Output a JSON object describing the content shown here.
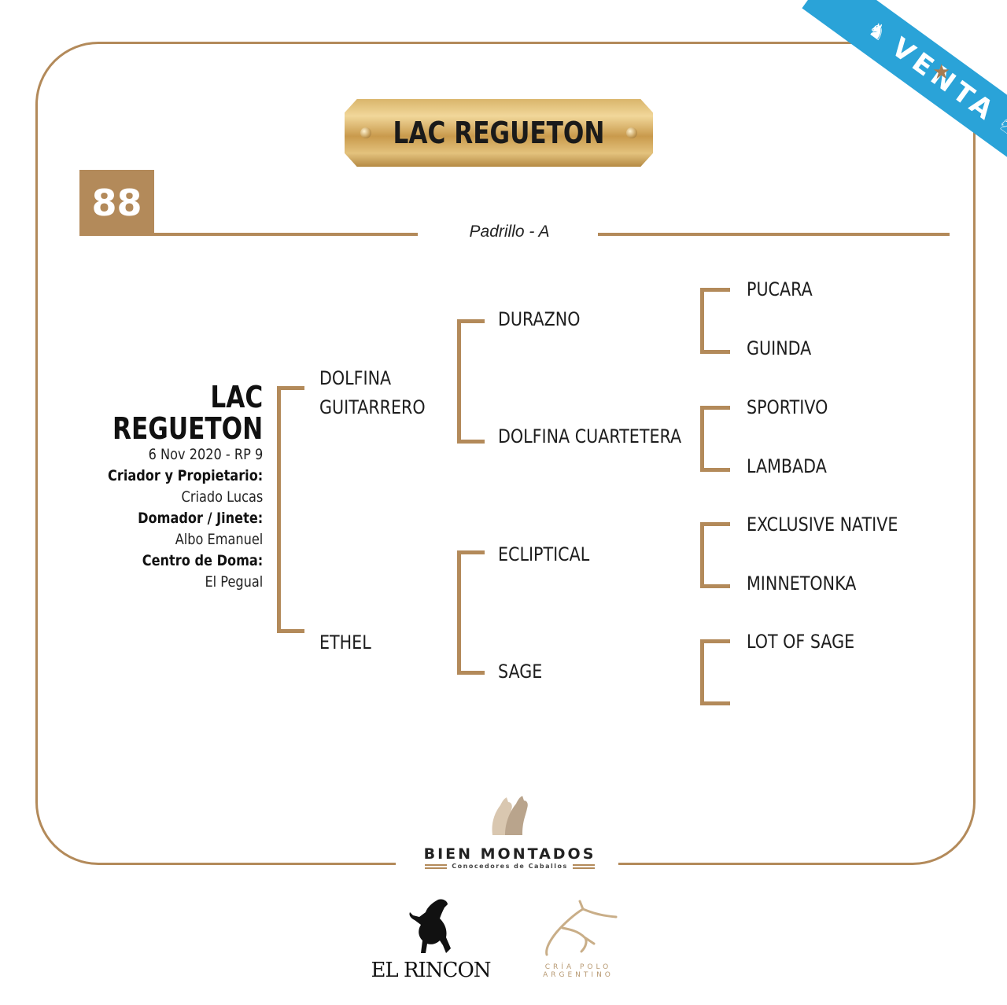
{
  "banner": {
    "label": "VENTA"
  },
  "plaque": {
    "title": "LAC REGUETON"
  },
  "lot": {
    "number": "88",
    "category": "Padrillo - A"
  },
  "subject": {
    "name_line1": "LAC",
    "name_line2": "REGUETON",
    "birth": "6 Nov 2020 - RP 9",
    "breeder_label": "Criador y Propietario:",
    "breeder": "Criado Lucas",
    "rider_label": "Domador / Jinete:",
    "rider": "Albo Emanuel",
    "center_label": "Centro de Doma:",
    "center": "El Pegual"
  },
  "pedigree": {
    "sire": "DOLFINA GUITARRERO",
    "sire_line1": "DOLFINA",
    "sire_line2": "GUITARRERO",
    "dam": "ETHEL",
    "sire_sire": "DURAZNO",
    "sire_dam": "DOLFINA CUARTETERA",
    "dam_sire": "ECLIPTICAL",
    "dam_dam": "SAGE",
    "ggp": [
      "PUCARA",
      "GUINDA",
      "SPORTIVO",
      "LAMBADA",
      "EXCLUSIVE NATIVE",
      "MINNETONKA",
      "LOT OF SAGE",
      ""
    ]
  },
  "logos": {
    "bien_montados": "BIEN MONTADOS",
    "bien_montados_sub": "Conocedores de Caballos",
    "el_rincon": "EL RINCON",
    "cria_polo_line1": "CRÍA POLO",
    "cria_polo_line2": "ARGENTINO"
  },
  "colors": {
    "accent": "#b38a5a",
    "ribbon": "#2aa3d8"
  }
}
